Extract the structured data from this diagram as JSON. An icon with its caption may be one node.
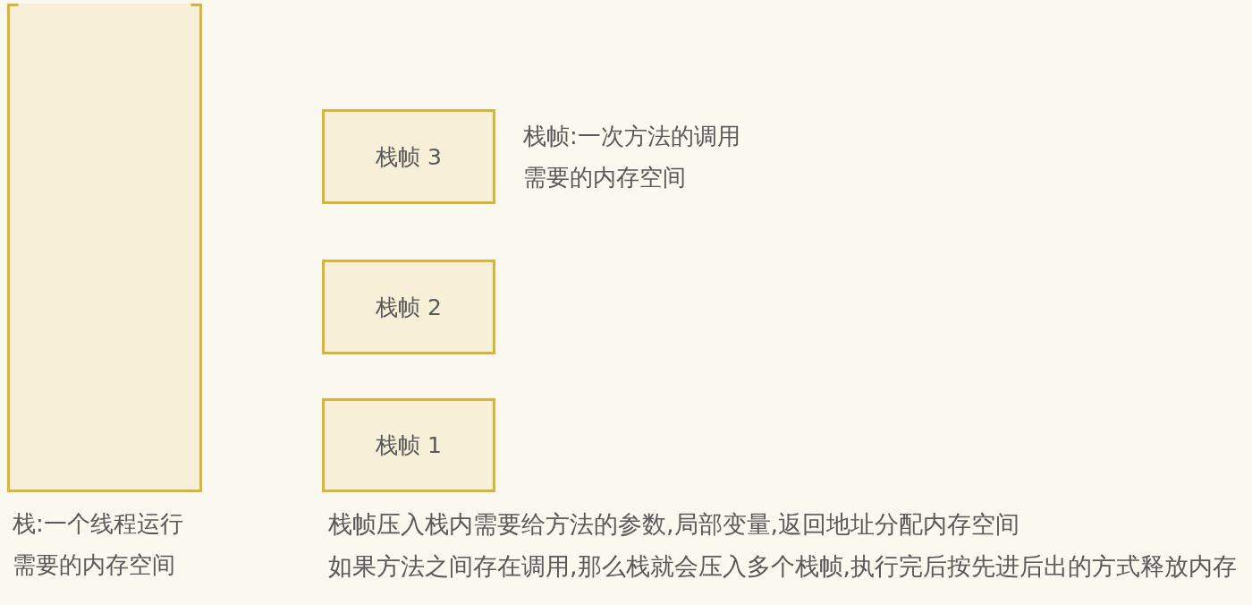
{
  "diagram": {
    "nodes": [
      {
        "text": [],
        "shape": "box",
        "beside": [
          "栈:一个线程运行需要的内存空间"
        ]
      },
      {
        "text": [
          "栈帧 3"
        ],
        "beside": [
          "栈帧:一次方法的调用需要的内存空间"
        ]
      },
      {
        "text": [
          "栈帧 2"
        ]
      },
      {
        "text": [
          "栈帧 1"
        ]
      }
    ],
    "labels": [
      "栈帧压入栈内需要给方法的参数,局部变量,返回地址分配内存空间",
      "如果方法之间存在调用,那么栈就会压入多个栈帧,执行完后按先进后出的方式释放内存"
    ]
  }
}
